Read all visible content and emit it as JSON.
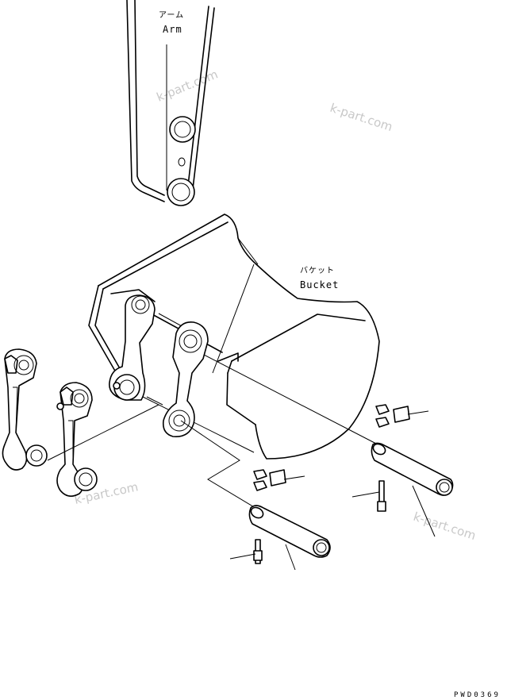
{
  "labels": {
    "arm_jp": "アーム",
    "arm_en": "Arm",
    "bucket_jp": "バケット",
    "bucket_en": "Bucket"
  },
  "watermarks": [
    "k-part.com",
    "k-part.com",
    "k-part.com",
    "k-part.com"
  ],
  "drawing_code": "PWD0369"
}
